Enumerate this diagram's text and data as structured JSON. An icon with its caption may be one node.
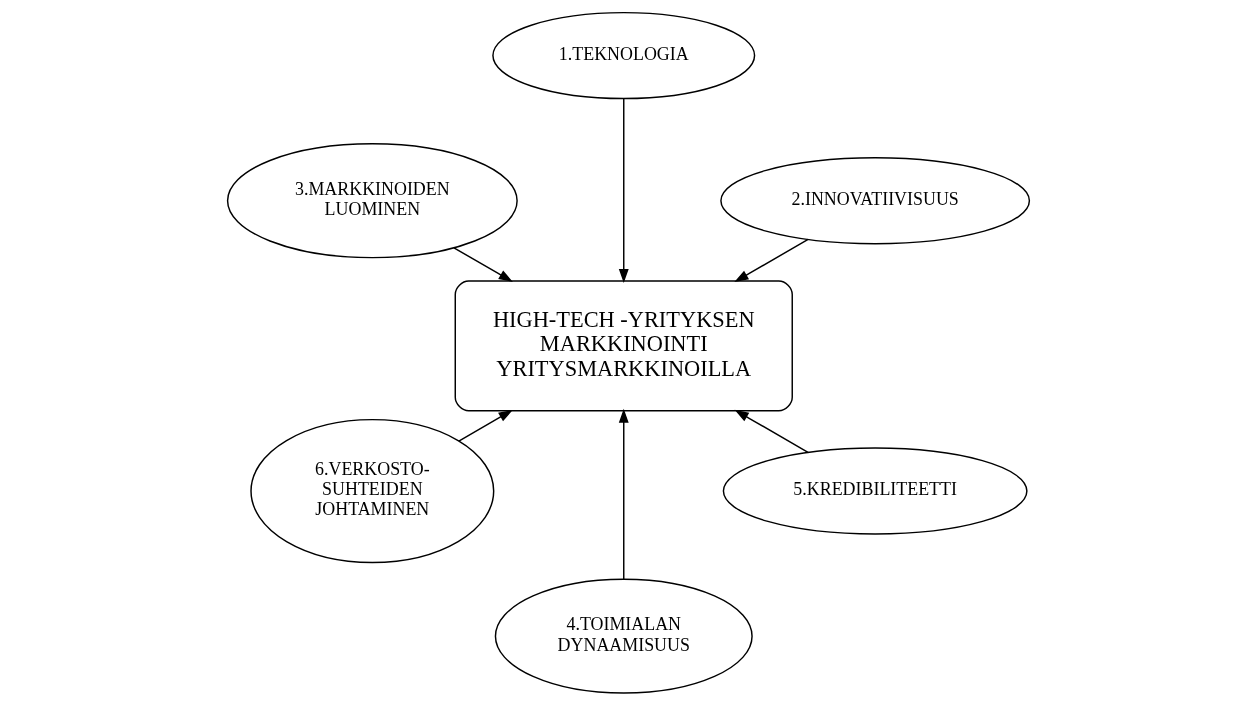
{
  "diagram": {
    "nodes": [
      {
        "text": [
          "2.INNOVATIIVISUUS"
        ]
      },
      {
        "text": [
          "1.TEKNOLOGIA"
        ]
      },
      {
        "text": [
          "3.MARKKINOIDEN LUOMINEN"
        ]
      },
      {
        "text": [
          "HIGH-TECH -YRITYKSEN MARKKINOINTI YRITYSMARKKINOILLA"
        ]
      },
      {
        "text": [
          "6.VERKOSTO- SUHTEIDEN JOHTAMINEN"
        ]
      },
      {
        "text": [
          "4.TOIMIALAN DYNAAMISUUS"
        ]
      },
      {
        "text": [
          "5.KREDIBILITEETTI"
        ]
      }
    ],
    "edges": [
      {
        "from": 1,
        "to": 3,
        "arrow": "to"
      },
      {
        "from": 0,
        "to": 3,
        "arrow": "to"
      },
      {
        "from": 2,
        "to": 3,
        "arrow": "to"
      },
      {
        "from": 4,
        "to": 3,
        "arrow": "to"
      },
      {
        "from": 6,
        "to": 3,
        "arrow": "to"
      },
      {
        "from": 5,
        "to": 3,
        "arrow": "to"
      }
    ]
  }
}
